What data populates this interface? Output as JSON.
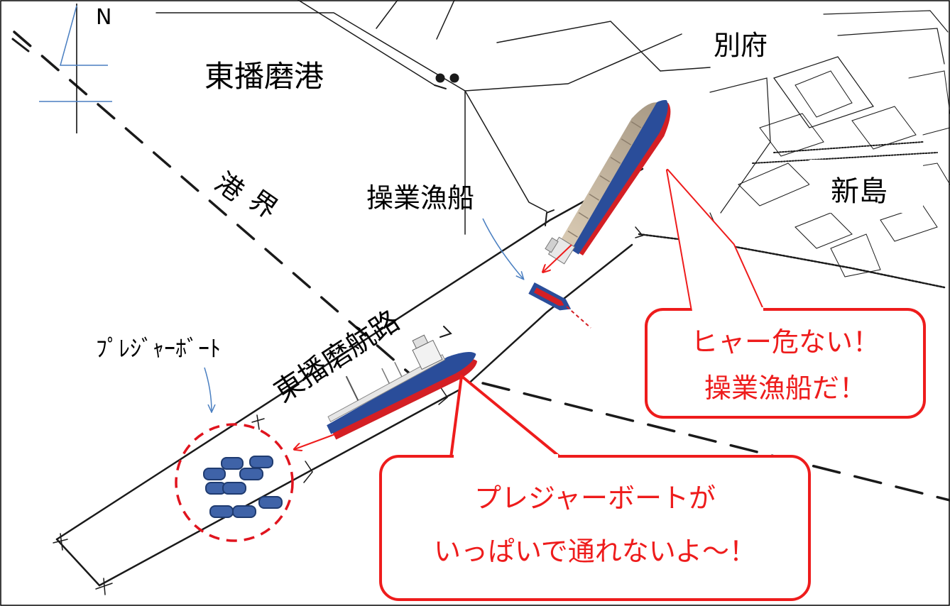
{
  "labels": {
    "north": "N",
    "higashi_harima_port": "東播磨港",
    "beppu": "別府",
    "shinjima": "新島",
    "port_boundary_1": "港",
    "port_boundary_2": "界",
    "fishing_boat": "操業漁船",
    "channel": "東播磨航路",
    "pleasure_boat": "ﾌﾟﾚｼﾞｬｰﾎﾞｰﾄ"
  },
  "callouts": {
    "danger_line1": "ヒャー危ない！",
    "danger_line2": "操業漁船だ！",
    "blocked_line1": "プレジャーボートが",
    "blocked_line2": "いっぱいで通れないよ～！"
  },
  "colors": {
    "alert_red": "#ee1c1c",
    "arrow_blue": "#4a7fc1",
    "ship_hull_blue": "#2a4d9a",
    "ship_hull_red": "#d41f24",
    "pleasure_boat_fill": "#3f63a8"
  }
}
